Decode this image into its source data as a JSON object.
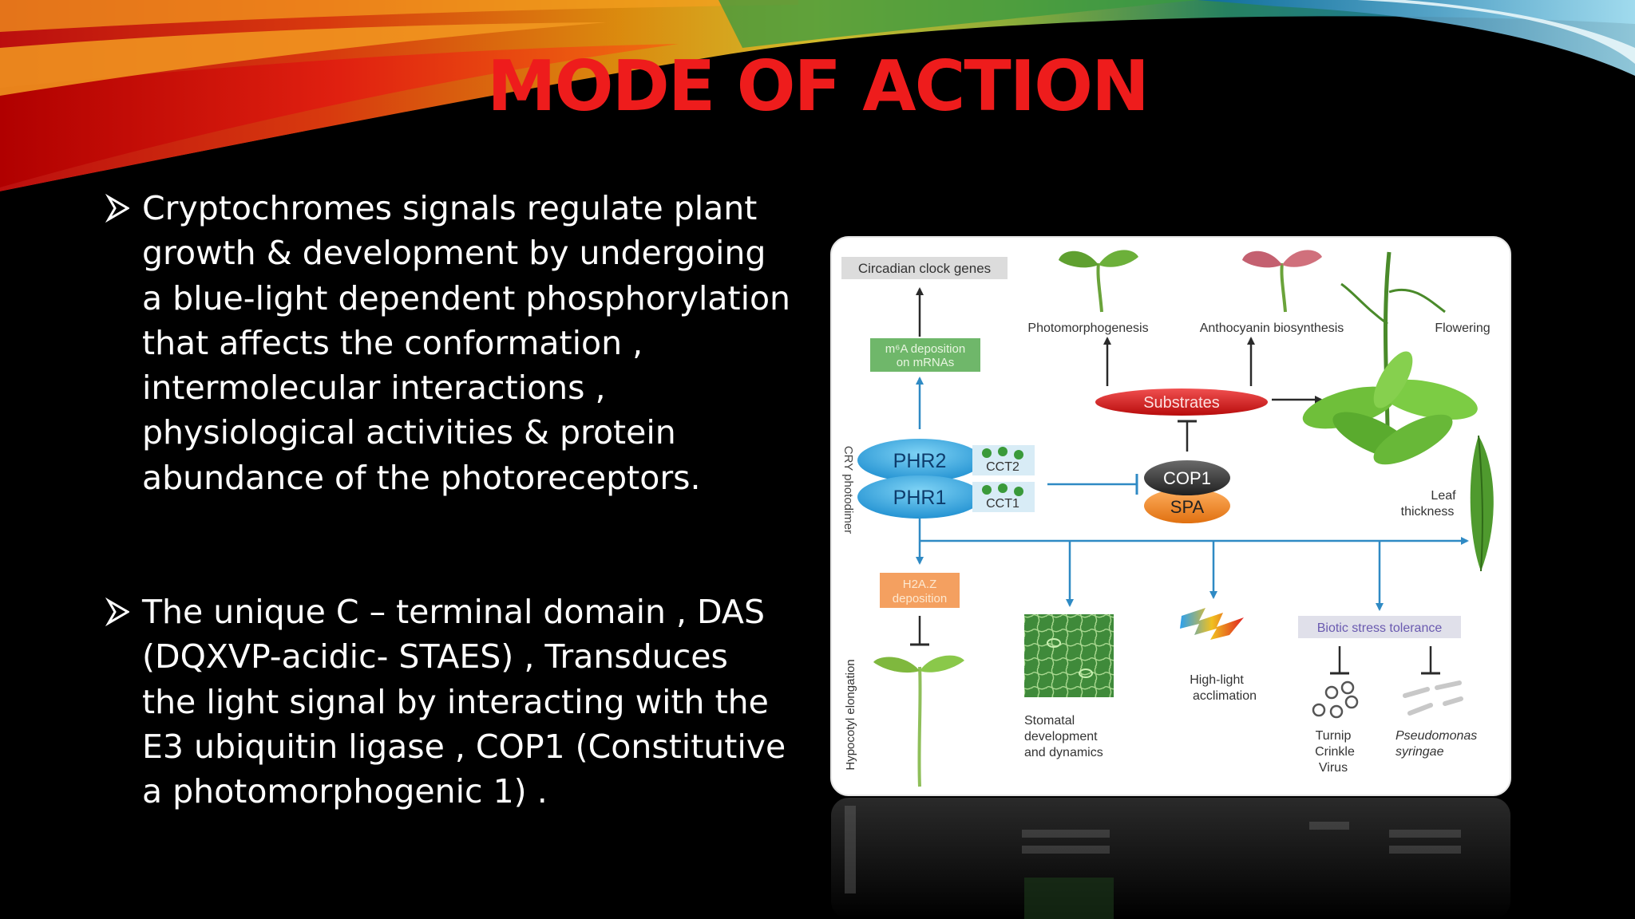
{
  "slide": {
    "title": "MODE OF ACTION",
    "bullets": [
      {
        "text": "Cryptochromes signals regulate plant growth & development by undergoing a blue-light dependent phosphorylation that affects the conformation , intermolecular interactions , physiological activities & protein abundance of the photoreceptors."
      },
      {
        "text": " The unique C – terminal domain , DAS (DQXVP-acidic- STAES) , Transduces the light signal by interacting with the E3 ubiquitin ligase , COP1 (Constitutive a photomorphogenic 1) ."
      }
    ],
    "colors": {
      "background": "#000000",
      "title": "#ee1c1c",
      "text": "#ffffff"
    }
  },
  "figure": {
    "circadian": "Circadian clock genes",
    "m6a_line1": "m⁶A deposition",
    "m6a_line2": "on mRNAs",
    "photomorphogenesis": "Photomorphogenesis",
    "anthocyanin": "Anthocyanin biosynthesis",
    "flowering": "Flowering",
    "substrates": "Substrates",
    "photodimer": "CRY photodimer",
    "phr2": "PHR2",
    "phr1": "PHR1",
    "cct2": "CCT2",
    "cct1": "CCT1",
    "cop1": "COP1",
    "spa": "SPA",
    "leaf_line1": "Leaf",
    "leaf_line2": "thickness",
    "h2az_line1": "H2A.Z",
    "h2az_line2": "deposition",
    "hypocotyl": "Hypocotyl elongation",
    "stomatal_line1": "Stomatal",
    "stomatal_line2": "development",
    "stomatal_line3": "and dynamics",
    "highlight_line1": "High-light",
    "highlight_line2": "acclimation",
    "biotic": "Biotic stress tolerance",
    "turnip_line1": "Turnip",
    "turnip_line2": "Crinkle",
    "turnip_line3": "Virus",
    "pseudo_line1": "Pseudomonas",
    "pseudo_line2": "syringae"
  }
}
